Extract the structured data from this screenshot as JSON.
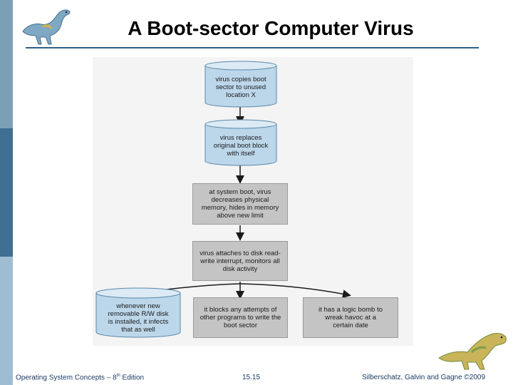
{
  "slide": {
    "title": "A Boot-sector Computer Virus"
  },
  "diagram": {
    "steps": [
      {
        "text": "virus copies boot\nsector to unused\nlocation X"
      },
      {
        "text": "virus replaces\noriginal boot block\nwith itself"
      },
      {
        "text": "at system boot, virus\ndecreases physical\nmemory, hides in memory\nabove new limit"
      },
      {
        "text": "virus attaches to disk read-\nwrite interrupt, monitors all\ndisk activity"
      }
    ],
    "outcomes": [
      {
        "text": "whenever new\nremovable R/W disk\nis installed, it infects\nthat as well"
      },
      {
        "text": "it blocks any attempts of\nother programs to write the\nboot sector"
      },
      {
        "text": "it has a logic bomb to\nwreak havoc at a\ncertain date"
      }
    ]
  },
  "footer": {
    "book_prefix": "Operating System Concepts – 8",
    "book_sup": "th",
    "book_suffix": " Edition",
    "page_number": "15.15",
    "copyright": "Silberschatz, Galvin and Gagne ©2009"
  },
  "colors": {
    "accent_blue": "#2f5f86",
    "band_light": "#8fb0c8",
    "cylinder_fill": "#bcd7ea",
    "box_fill": "#c4c4c4"
  },
  "icons": {
    "top_left": "dinosaur-icon",
    "bottom_right": "dinosaur-icon"
  }
}
